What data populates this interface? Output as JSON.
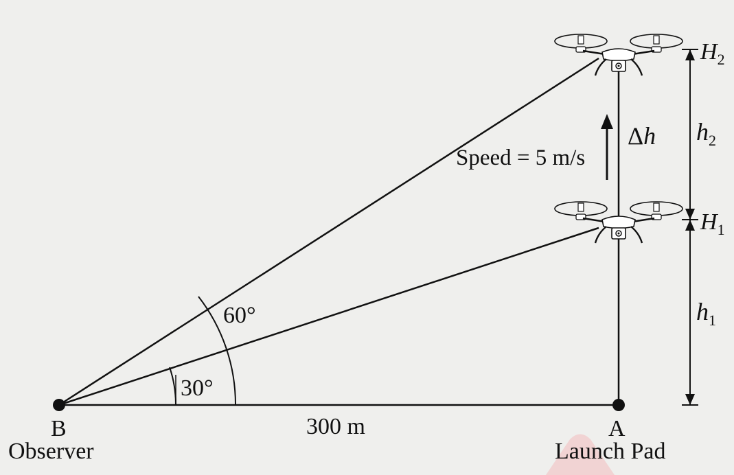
{
  "points": {
    "B": {
      "letter": "B",
      "caption": "Observer"
    },
    "A": {
      "letter": "A",
      "caption": "Launch Pad"
    }
  },
  "distance_label": "300 m",
  "angles": {
    "lower": "30°",
    "upper": "60°"
  },
  "speed_label": "Speed = 5 m/s",
  "delta_h": {
    "symbol": "Δ",
    "var": "h"
  },
  "heights": {
    "H1": {
      "var": "H",
      "sub": "1"
    },
    "H2": {
      "var": "H",
      "sub": "2"
    },
    "h1": {
      "var": "h",
      "sub": "1"
    },
    "h2": {
      "var": "h",
      "sub": "2"
    }
  },
  "icons": [
    "drone-icon",
    "arrow-up-icon"
  ],
  "colors": {
    "ink": "#111111",
    "background": "#efefed",
    "watermark": "#f2c7c7"
  }
}
